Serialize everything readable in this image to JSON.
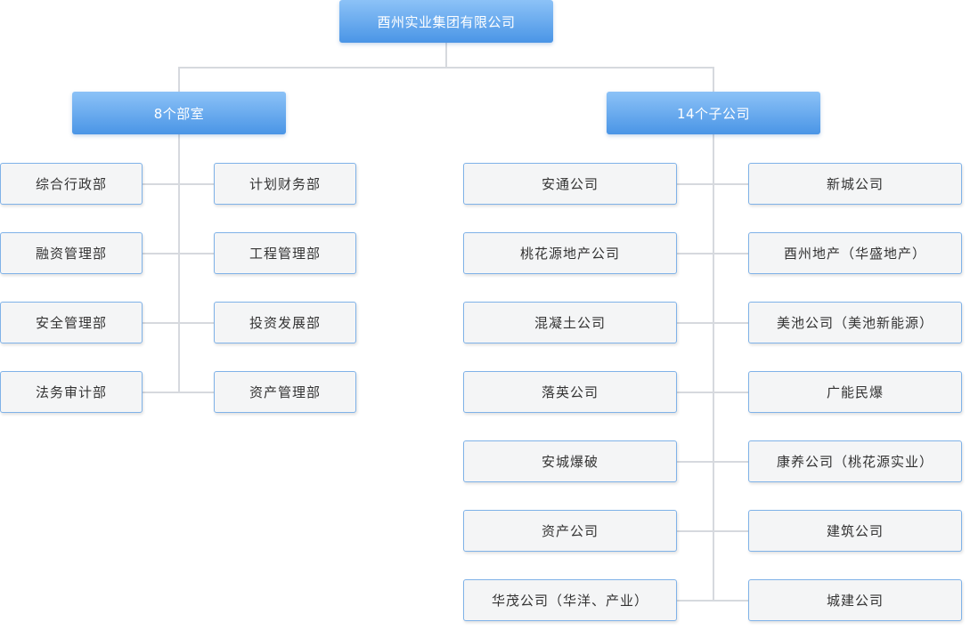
{
  "root": {
    "label": "酉州实业集团有限公司"
  },
  "left": {
    "header": "8个部室",
    "col1": [
      "综合行政部",
      "融资管理部",
      "安全管理部",
      "法务审计部"
    ],
    "col2": [
      "计划财务部",
      "工程管理部",
      "投资发展部",
      "资产管理部"
    ]
  },
  "right": {
    "header": "14个子公司",
    "col1": [
      "安通公司",
      "桃花源地产公司",
      "混凝土公司",
      "落英公司",
      "安城爆破",
      "资产公司",
      "华茂公司（华洋、产业）"
    ],
    "col2": [
      "新城公司",
      "酉州地产（华盛地产）",
      "美池公司（美池新能源）",
      "广能民爆",
      "康养公司（桃花源实业）",
      "建筑公司",
      "城建公司"
    ]
  }
}
